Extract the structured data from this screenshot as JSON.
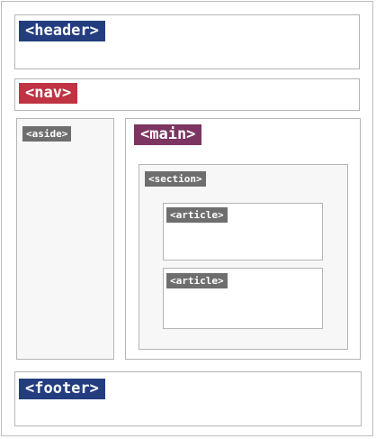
{
  "diagram": {
    "header": {
      "label": "<header>",
      "color": "#233d7f"
    },
    "nav": {
      "label": "<nav>",
      "color": "#bf3343"
    },
    "aside": {
      "label": "<aside>",
      "color": "#6e6e6e"
    },
    "main": {
      "label": "<main>",
      "color": "#7b3560"
    },
    "section": {
      "label": "<section>",
      "color": "#6e6e6e"
    },
    "articles": [
      {
        "label": "<article>",
        "color": "#6e6e6e"
      },
      {
        "label": "<article>",
        "color": "#6e6e6e"
      }
    ],
    "footer": {
      "label": "<footer>",
      "color": "#233d7f"
    }
  }
}
